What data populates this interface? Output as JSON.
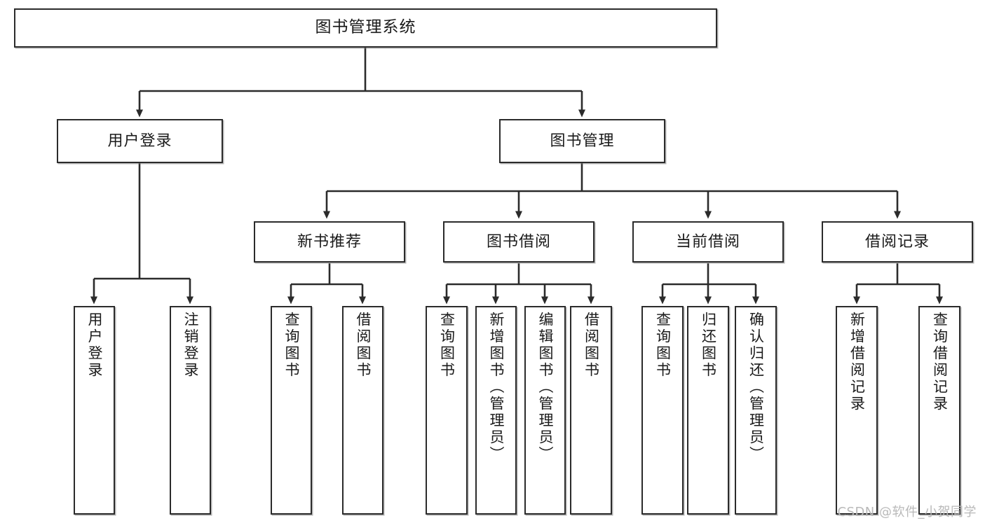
{
  "diagram": {
    "title": "图书管理系统",
    "type": "tree-hierarchy",
    "watermark": "CSDN @软件_小贺同学",
    "colors": {
      "node_border": "#2b2b2b",
      "node_fill": "#ffffff",
      "edge": "#2b2b2b",
      "text": "#1a1a1a",
      "watermark": "#b9b9b9"
    },
    "nodes": {
      "root": {
        "label": "图书管理系统"
      },
      "level2": [
        {
          "id": "user-login",
          "label": "用户登录"
        },
        {
          "id": "book-manage",
          "label": "图书管理"
        }
      ],
      "level3": [
        {
          "id": "new-book-recommend",
          "label": "新书推荐"
        },
        {
          "id": "book-borrow",
          "label": "图书借阅"
        },
        {
          "id": "current-borrow",
          "label": "当前借阅"
        },
        {
          "id": "borrow-record",
          "label": "借阅记录"
        }
      ],
      "leaves": {
        "user_login": [
          {
            "id": "leaf-user-login",
            "label": "用户登录"
          },
          {
            "id": "leaf-logout-login",
            "label": "注销登录"
          }
        ],
        "new_book_recommend": [
          {
            "id": "leaf-query-book-1",
            "label": "查询图书"
          },
          {
            "id": "leaf-borrow-book-1",
            "label": "借阅图书"
          }
        ],
        "book_borrow": [
          {
            "id": "leaf-query-book-2",
            "label": "查询图书"
          },
          {
            "id": "leaf-add-book",
            "label": "新增图书（管理员）"
          },
          {
            "id": "leaf-edit-book",
            "label": "编辑图书（管理员）"
          },
          {
            "id": "leaf-borrow-book-2",
            "label": "借阅图书"
          }
        ],
        "current_borrow": [
          {
            "id": "leaf-query-book-3",
            "label": "查询图书"
          },
          {
            "id": "leaf-return-book",
            "label": "归还图书"
          },
          {
            "id": "leaf-confirm-return",
            "label": "确认归还（管理员）"
          }
        ],
        "borrow_record": [
          {
            "id": "leaf-add-borrow-record",
            "label": "新增借阅记录"
          },
          {
            "id": "leaf-query-borrow-record",
            "label": "查询借阅记录"
          }
        ]
      }
    }
  }
}
